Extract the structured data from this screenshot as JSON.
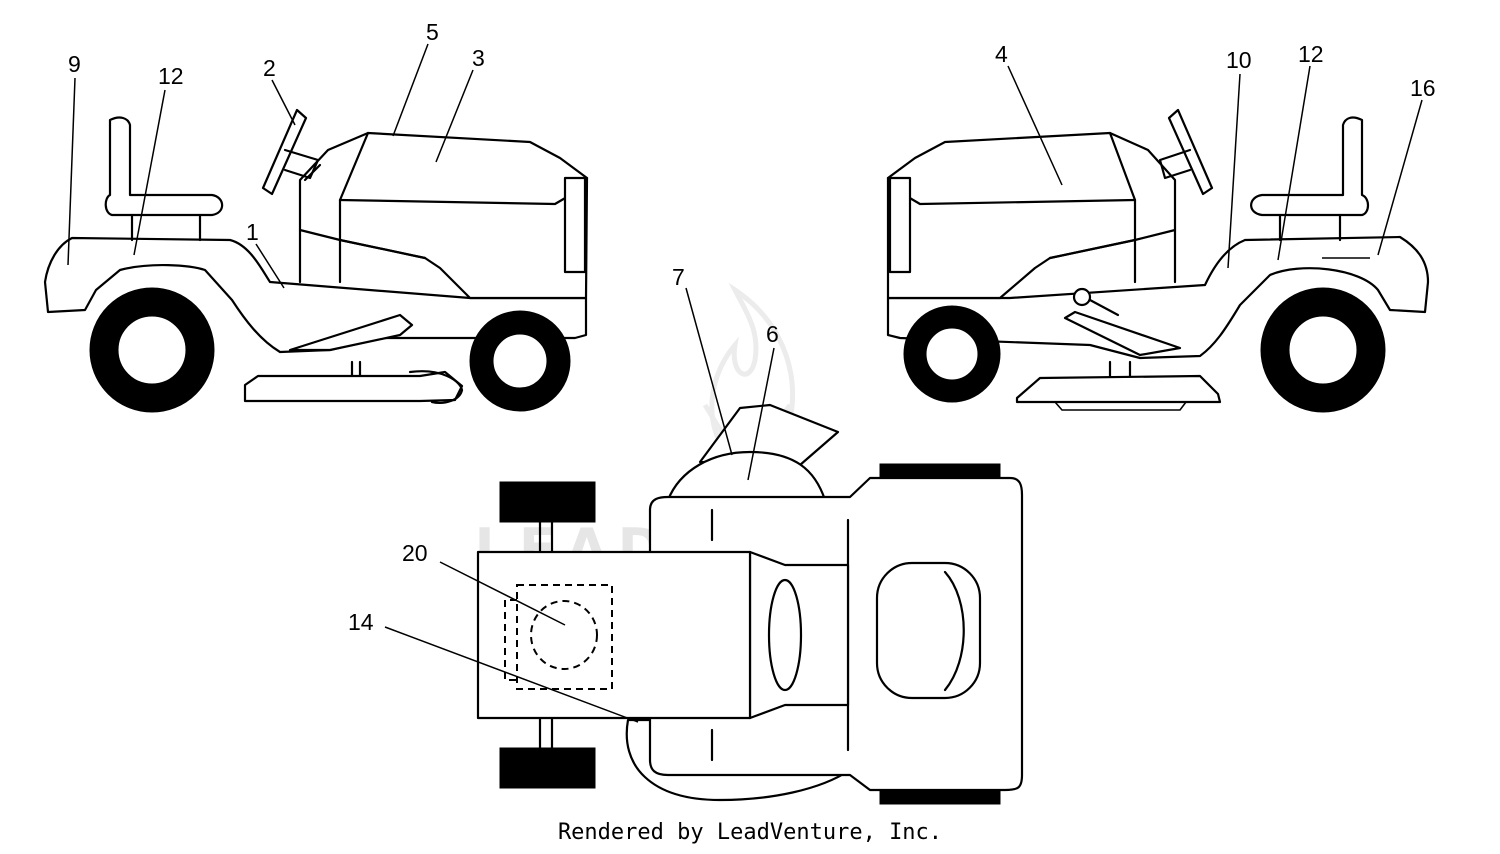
{
  "watermark": {
    "text": "LEADVENTURE"
  },
  "callouts": {
    "left_view": [
      "9",
      "12",
      "2",
      "5",
      "3",
      "1"
    ],
    "right_view": [
      "4",
      "10",
      "12",
      "16"
    ],
    "top_view": [
      "7",
      "6",
      "20",
      "14"
    ]
  },
  "footer": {
    "text": "Rendered by LeadVenture, Inc."
  }
}
